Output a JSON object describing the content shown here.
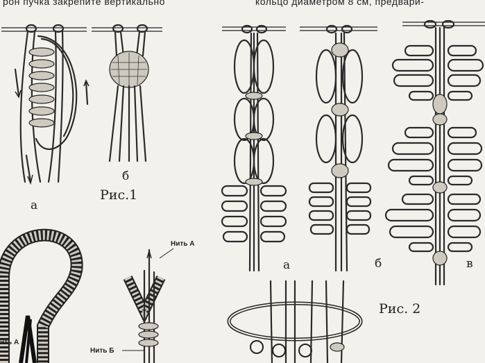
{
  "text": {
    "top_left": "рон пучка закрепите вертикально",
    "top_right": "кольцо диаметром 8 см, предвари-"
  },
  "figure1": {
    "caption": "Рис.1",
    "label_a": "а",
    "label_b": "б"
  },
  "figure2": {
    "caption": "Рис. 2",
    "label_a": "а",
    "label_b": "б",
    "label_v": "в"
  },
  "figure3": {
    "thread_a": "Нить А",
    "thread_a_cut": "ить А",
    "thread_b": "Нить Б"
  }
}
